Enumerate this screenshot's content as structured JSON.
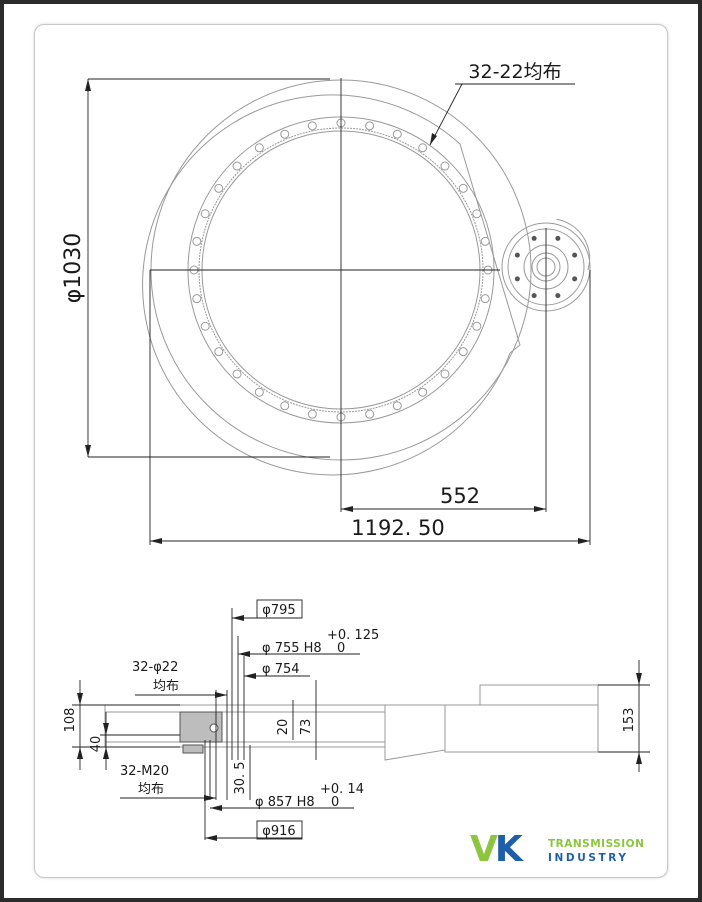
{
  "top_view": {
    "hole_note": "32-22均布",
    "diameter_label": "φ1030",
    "dim_center_to_motor": "552",
    "dim_total_width": "1192. 50"
  },
  "section_view": {
    "d795": "φ795",
    "d755_upper_tol": "+0. 125",
    "d755": "φ 755 H8",
    "d755_lower_tol": "0",
    "d754": "φ 754",
    "hole_note_top_line1": "32-φ22",
    "hole_note_top_line2": "均布",
    "h108": "108",
    "h40": "40",
    "h20": "20",
    "h73": "73",
    "h153": "153",
    "hole_note_bottom_line1": "32-M20",
    "hole_note_bottom_line2": "均布",
    "h30_5": "30. 5",
    "d857_upper_tol": "+0. 14",
    "d857": "φ 857 H8",
    "d857_lower_tol": "0",
    "d916": "φ916"
  },
  "logo": {
    "mark_v": "V",
    "mark_k": "K",
    "line1": "TRANSMISSION",
    "line2": "INDUSTRY",
    "colors": {
      "green": "#8cc63f",
      "blue": "#1f5faa"
    }
  }
}
